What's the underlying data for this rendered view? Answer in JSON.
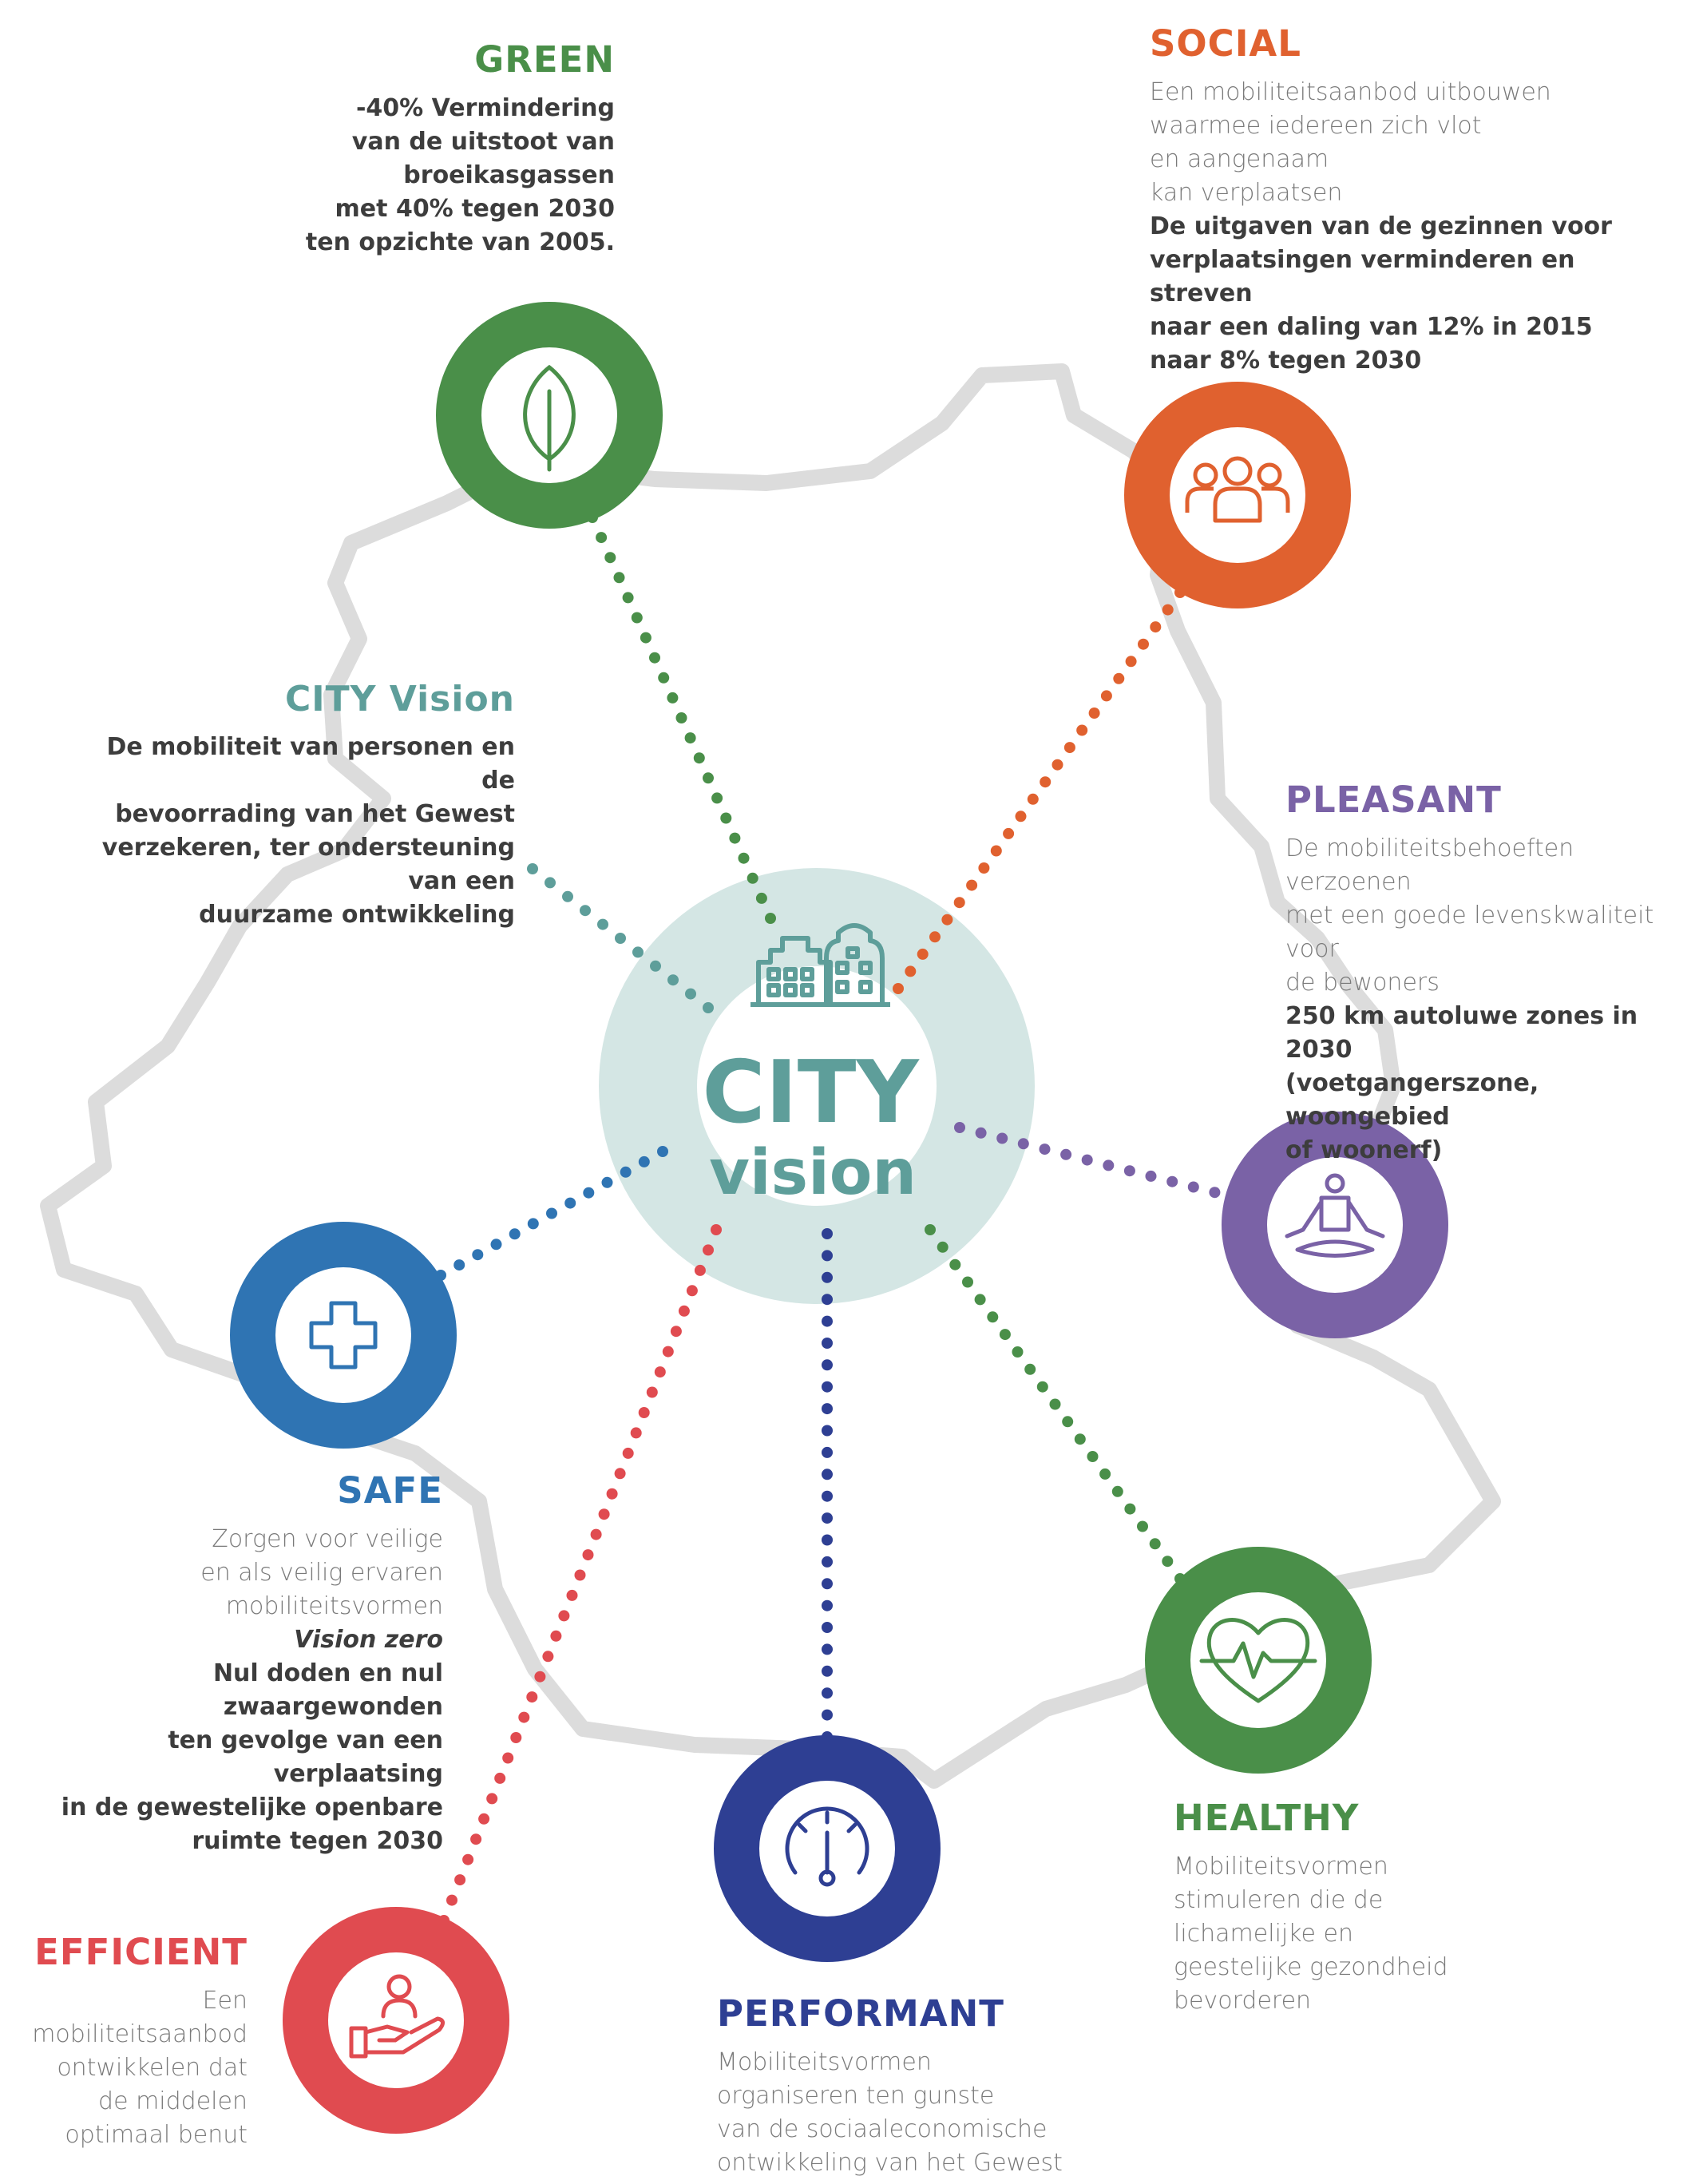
{
  "colors": {
    "green": "#4a8f49",
    "social": "#e0612f",
    "pleasant": "#7a62a6",
    "safe": "#2f74b3",
    "efficient": "#e04b50",
    "performant": "#2e3f93",
    "healthy": "#4a8f49",
    "city": "#5e9e9a",
    "city_bg": "#d4e6e4",
    "map_outline": "#d9d9d9"
  },
  "center": {
    "word1": "CITY",
    "word2": "vision",
    "icon": "city-buildings-icon"
  },
  "green": {
    "title": "GREEN",
    "lines": [
      "-40% Vermindering",
      "van de uitstoot van",
      "broeikasgassen",
      "met 40% tegen 2030",
      "ten opzichte van 2005."
    ],
    "icon": "leaf-icon"
  },
  "social": {
    "title": "SOCIAL",
    "light_lines": [
      "Een mobiliteitsaanbod uitbouwen",
      "waarmee iedereen zich vlot",
      "en aangenaam",
      "kan verplaatsen"
    ],
    "bold_lines": [
      "De uitgaven van de gezinnen voor",
      "verplaatsingen verminderen en streven",
      "naar een daling van 12% in 2015",
      "naar 8% tegen 2030"
    ],
    "icon": "people-group-icon"
  },
  "city_vision": {
    "title": "CITY Vision",
    "lines": [
      "De mobiliteit van personen en de",
      "bevoorrading van het Gewest",
      "verzekeren, ter ondersteuning van een",
      "duurzame ontwikkeling"
    ]
  },
  "pleasant": {
    "title": "PLEASANT",
    "light_lines": [
      "De mobiliteitsbehoeften verzoenen",
      "met een goede levenskwaliteit voor",
      "de bewoners"
    ],
    "bold_lines": [
      "250 km autoluwe zones in 2030",
      "(voetgangerszone, woongebied",
      "of woonerf)"
    ],
    "icon": "meditation-icon"
  },
  "safe": {
    "title": "SAFE",
    "light_lines": [
      "Zorgen voor veilige",
      "en als veilig ervaren",
      "mobiliteitsvormen"
    ],
    "italic_line": "Vision zero",
    "bold_lines": [
      "Nul doden en nul zwaargewonden",
      "ten gevolge van een verplaatsing",
      "in de gewestelijke openbare",
      "ruimte tegen 2030"
    ],
    "icon": "medical-cross-icon"
  },
  "healthy": {
    "title": "HEALTHY",
    "lines": [
      "Mobiliteitsvormen",
      "stimuleren die de",
      "lichamelijke en",
      "geestelijke gezondheid",
      "bevorderen"
    ],
    "icon": "heart-pulse-icon"
  },
  "efficient": {
    "title": "EFFICIENT",
    "lines": [
      "Een",
      "mobiliteitsaanbod",
      "ontwikkelen dat",
      "de middelen",
      "optimaal benut"
    ],
    "icon": "hand-person-icon"
  },
  "performant": {
    "title": "PERFORMANT",
    "lines": [
      "Mobiliteitsvormen",
      "organiseren ten gunste",
      "van de sociaaleconomische",
      "ontwikkeling van het Gewest"
    ],
    "icon": "speedometer-icon"
  }
}
